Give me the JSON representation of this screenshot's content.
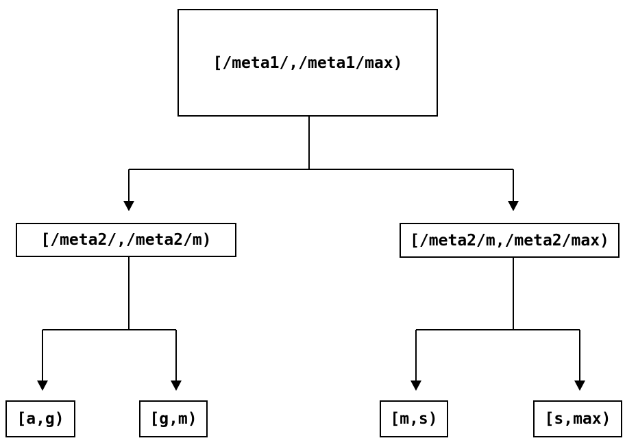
{
  "diagram": {
    "type": "binary-interval-tree",
    "colors": {
      "background": "#ffffff",
      "line": "#000000",
      "text": "#000000",
      "node_fill": "#ffffff"
    },
    "nodes": {
      "root": {
        "label": "[/meta1/,/meta1/max)"
      },
      "left": {
        "label": "[/meta2/,/meta2/m)"
      },
      "right": {
        "label": "[/meta2/m,/meta2/max)"
      },
      "ag": {
        "label": "[a,g)"
      },
      "gm": {
        "label": "[g,m)"
      },
      "ms": {
        "label": "[m,s)"
      },
      "smax": {
        "label": "[s,max)"
      }
    },
    "edges": [
      {
        "from": "root",
        "to": "left"
      },
      {
        "from": "root",
        "to": "right"
      },
      {
        "from": "left",
        "to": "ag"
      },
      {
        "from": "left",
        "to": "gm"
      },
      {
        "from": "right",
        "to": "ms"
      },
      {
        "from": "right",
        "to": "smax"
      }
    ]
  }
}
